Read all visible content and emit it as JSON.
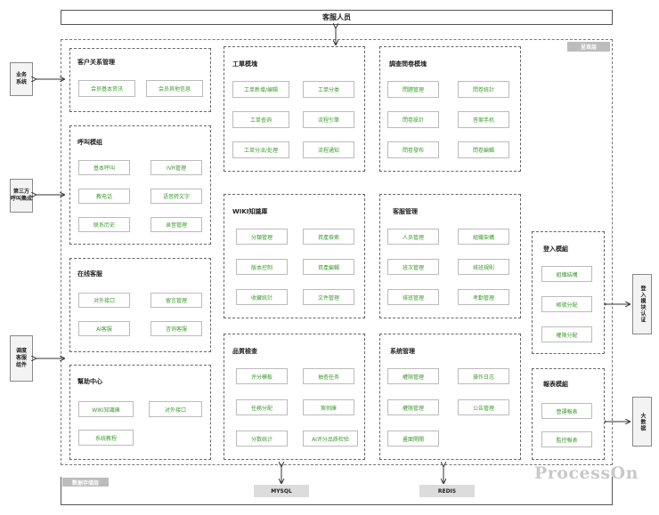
{
  "top_label": "客服人员",
  "outer_tag": "呈现层",
  "data_layer_tag": "数据存储层",
  "watermark": "ProcessOn",
  "left_systems": [
    {
      "label": "业务\n系统"
    },
    {
      "label": "第三方\n呼叫集成"
    },
    {
      "label": "调度\n客服\n组件"
    }
  ],
  "right_systems": [
    {
      "label": "登入模块认证"
    },
    {
      "label": "大数据"
    }
  ],
  "databases": [
    "MYSQL",
    "REDIS"
  ],
  "modules": {
    "crm": {
      "title": "客户关系管理",
      "items": [
        "会员基本资讯",
        "会员其他信息"
      ]
    },
    "call": {
      "title": "呼叫模组",
      "items": [
        "基本呼叫",
        "IVR管理",
        "教电话",
        "语音转文字",
        "联系历史",
        "录音管理"
      ]
    },
    "online": {
      "title": "在线客服",
      "items": [
        "对外接口",
        "留言管理",
        "AI客服",
        "咨询客服"
      ]
    },
    "help": {
      "title": "幫助中心",
      "items": [
        "WIKI知識庫",
        "对外接口",
        "系统教程"
      ]
    },
    "ticket": {
      "title": "工單模塊",
      "items": [
        "工单新增/编辑",
        "工单分类",
        "工单查询",
        "流程引擎",
        "工单分派/处理",
        "流程通知"
      ]
    },
    "wiki": {
      "title": "WIKI知識庫",
      "items": [
        "分類管理",
        "資產檢索",
        "版本控制",
        "資產編輯",
        "收藏統計",
        "文件管理"
      ]
    },
    "quality": {
      "title": "品質檢查",
      "items": [
        "评分模板",
        "抽查任务",
        "任務分配",
        "案例庫",
        "分数统计",
        "AI评分品质检验"
      ]
    },
    "survey": {
      "title": "調查問卷模塊",
      "items": [
        "問題管理",
        "問卷統計",
        "問卷設計",
        "答案手机",
        "問卷發布",
        "問卷編輯"
      ]
    },
    "agent": {
      "title": "客服管理",
      "items": [
        "人员管理",
        "組織架構",
        "班次管理",
        "排班規則",
        "排班管理",
        "考勤管理"
      ]
    },
    "system": {
      "title": "系统管理",
      "items": [
        "權限管理",
        "操作日志",
        "權限管理",
        "公告管理",
        "畫面開關"
      ]
    },
    "login": {
      "title": "登入模組",
      "items": [
        "組織結構",
        "帳號分配",
        "權限分配"
      ]
    },
    "report": {
      "title": "報表模組",
      "items": [
        "營運報表",
        "監控報表"
      ]
    }
  },
  "colors": {
    "item_text": "#3c9a2e",
    "tag_bg": "#bcbcbc"
  }
}
